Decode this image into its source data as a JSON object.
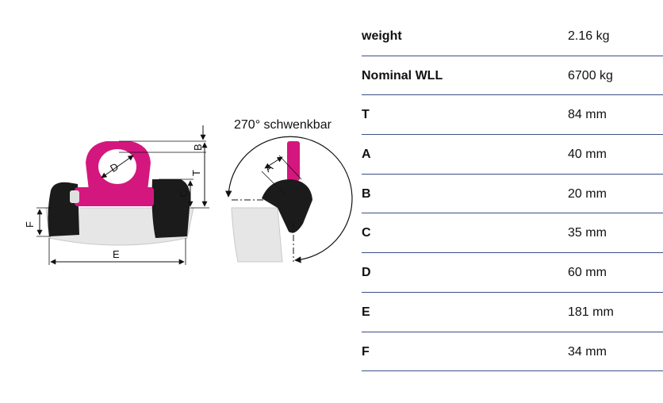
{
  "drawing": {
    "rotation_caption": "270° schwenkbar",
    "dimension_letters": {
      "B": "B",
      "T": "T",
      "C": "C",
      "D": "D",
      "E": "E",
      "F": "F",
      "A": "A"
    },
    "colors": {
      "ring_magenta": "#d4177e",
      "base_black": "#1b1b1b",
      "surface_grey": "#e6e6e6"
    }
  },
  "specs": [
    {
      "label": "weight",
      "value": "2.16 kg"
    },
    {
      "label": "Nominal WLL",
      "value": "6700 kg"
    },
    {
      "label": "T",
      "value": "84 mm"
    },
    {
      "label": "A",
      "value": "40 mm"
    },
    {
      "label": "B",
      "value": "20 mm"
    },
    {
      "label": "C",
      "value": "35 mm"
    },
    {
      "label": "D",
      "value": "60 mm"
    },
    {
      "label": "E",
      "value": "181 mm"
    },
    {
      "label": "F",
      "value": "34 mm"
    }
  ]
}
